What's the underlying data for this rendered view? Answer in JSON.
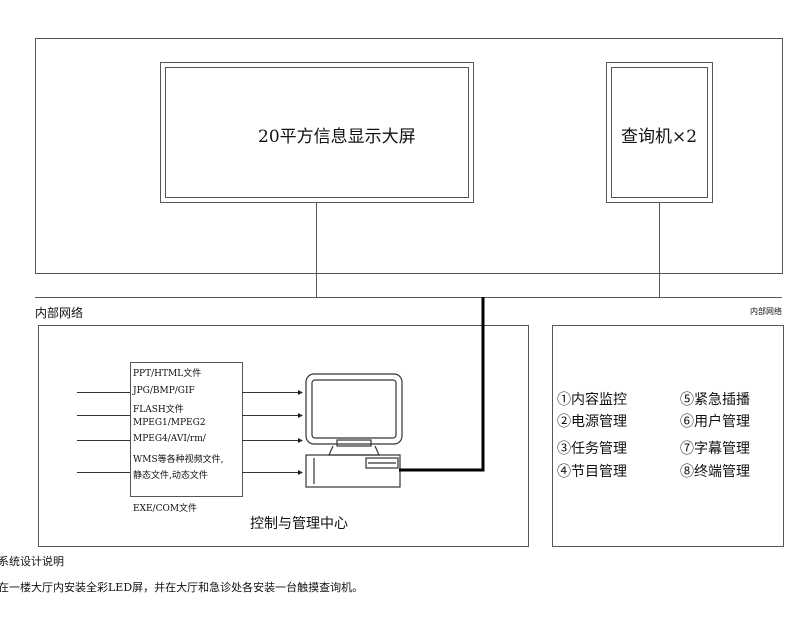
{
  "top": {
    "display_screen_label": "20平方信息显示大屏",
    "kiosk_label": "查询机×2"
  },
  "network": {
    "left_label": "内部网络",
    "right_label": "内部网络"
  },
  "control_center": {
    "title": "控制与管理中心",
    "file_types": [
      "PPT/HTML文件",
      "JPG/BMP/GIF",
      "FLASH文件",
      "MPEG1/MPEG2",
      "MPEG4/AVI/rm/",
      "WMS等各种视频文件,",
      "静态文件,动态文件"
    ],
    "extra_file_type": "EXE/COM文件"
  },
  "functions": {
    "items": [
      "①内容监控",
      "②电源管理",
      "③任务管理",
      "④节目管理",
      "⑤紧急插播",
      "⑥用户管理",
      "⑦字幕管理",
      "⑧终端管理"
    ]
  },
  "notes": {
    "title": "系统设计说明",
    "text": "在一楼大厅内安装全彩LED屏，并在大厅和急诊处各安装一台触摸查询机。"
  }
}
